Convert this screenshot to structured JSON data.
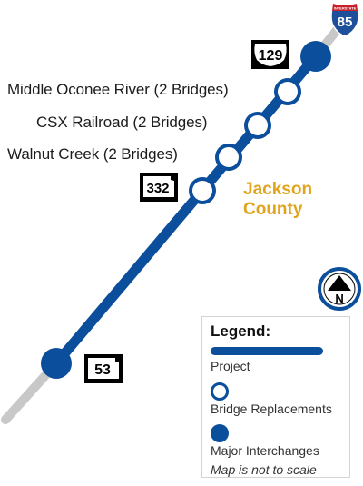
{
  "interstate": {
    "label": "INTERSTATE",
    "number": "85"
  },
  "route_shields": [
    {
      "id": "us129",
      "number": "129",
      "kind": "us"
    },
    {
      "id": "sr332",
      "number": "332",
      "kind": "state"
    },
    {
      "id": "sr53",
      "number": "53",
      "kind": "state"
    }
  ],
  "bridges": [
    {
      "label": "Middle Oconee River (2 Bridges)"
    },
    {
      "label": "CSX Railroad (2 Bridges)"
    },
    {
      "label": "Walnut Creek (2 Bridges)"
    }
  ],
  "county": {
    "line1": "Jackson",
    "line2": "County"
  },
  "legend": {
    "title": "Legend:",
    "project": "Project",
    "bridge": "Bridge Replacements",
    "interchange": "Major Interchanges",
    "note": "Map is not to scale"
  },
  "compass": {
    "label": "N"
  },
  "colors": {
    "project": "#0b4f9c",
    "road": "#c8c8c8",
    "county_text": "#e0a51c",
    "interstate_blue": "#1d4f9a",
    "interstate_red": "#c8202b"
  }
}
